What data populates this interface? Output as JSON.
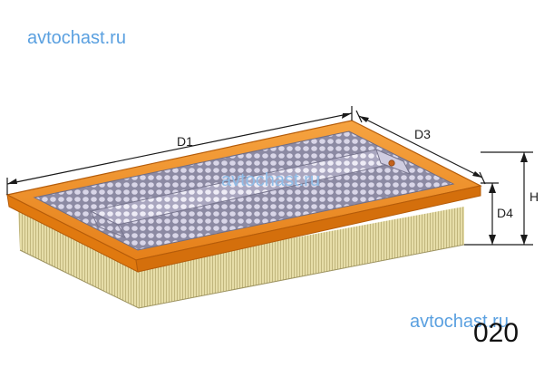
{
  "watermarks": {
    "top": "avtochast.ru",
    "middle": "avtochast.ru",
    "bottom": "avtochast.ru"
  },
  "dimensions": {
    "d1": "D1",
    "d3": "D3",
    "d4": "D4",
    "h": "H"
  },
  "part_code": "020",
  "colors": {
    "frame": "#f08a1c",
    "frame_dark": "#c2650c",
    "media": "#e4dba6",
    "mesh": "#b9b3cf",
    "dimension_line": "#1a1a1a",
    "watermark": "#5aa0e0"
  }
}
